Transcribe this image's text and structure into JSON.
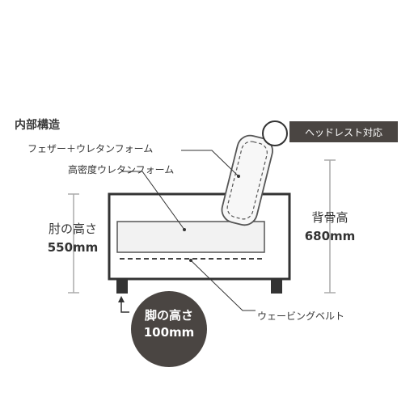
{
  "title": "内部構造",
  "labels": {
    "feather_urethane": "フェザー＋ウレタンフォーム",
    "high_density_urethane": "高密度ウレタンフォーム",
    "webbing_belt": "ウェービングベルト",
    "headrest": "ヘッドレスト対応"
  },
  "dimensions": {
    "arm_height_label": "肘の高さ",
    "arm_height_value": "550mm",
    "back_height_label": "背骨高",
    "back_height_value": "680mm",
    "leg_height_label": "脚の高さ",
    "leg_height_value": "100mm"
  },
  "colors": {
    "line": "#333333",
    "dark_fill": "#4a4542",
    "seat_fill": "#f2f2f2",
    "dim_line": "#aaaaaa"
  }
}
